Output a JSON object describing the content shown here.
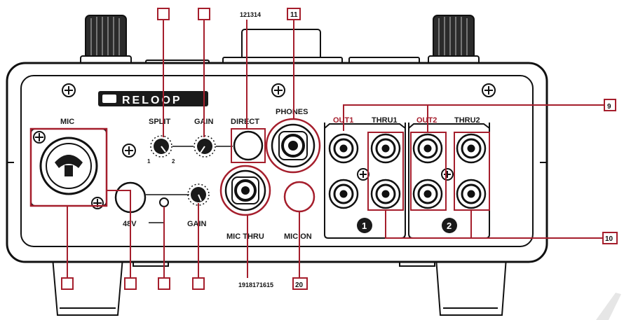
{
  "brand": "RELOOP",
  "labels": {
    "mic": "MIC",
    "split": "SPLIT",
    "gain_top": "GAIN",
    "direct": "DIRECT",
    "phones": "PHONES",
    "out1": "OUT1",
    "thru1": "THRU1",
    "out2": "OUT2",
    "thru2": "THRU2",
    "v48": "48V",
    "gain_bottom": "GAIN",
    "mic_thru": "MIC THRU",
    "mic_on": "MIC ON",
    "split_pos1": "1",
    "split_pos2": "2",
    "group1": "1",
    "group2": "2"
  },
  "callouts": {
    "c_top_direct": "121314",
    "c_top_phones": "11",
    "c_right_9": "9",
    "c_right_10": "10",
    "c_bottom_micthru": "1918171615",
    "c_bottom_micon": "20"
  },
  "colors": {
    "accent": "#a51e2c",
    "outline": "#1a1a1a"
  }
}
